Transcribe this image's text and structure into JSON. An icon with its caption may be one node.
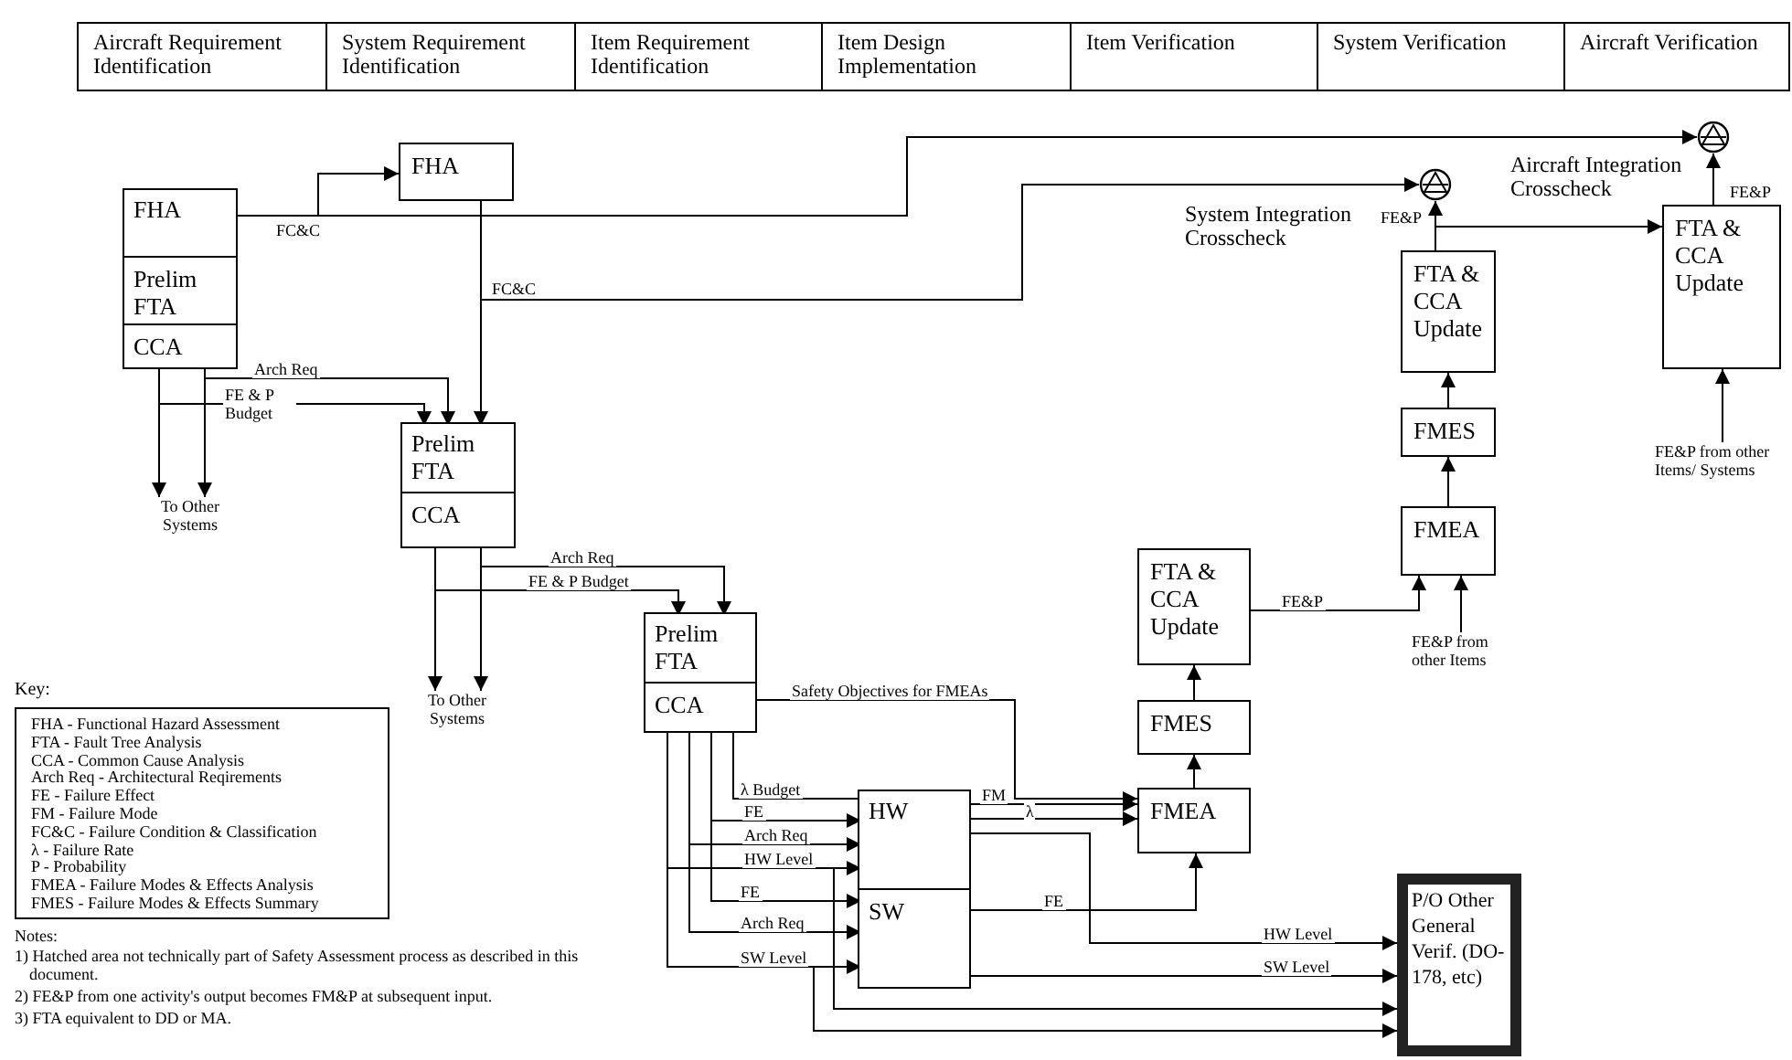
{
  "diagram": {
    "nodes": [
      {
        "text": [
          "Aircraft Requirement Identification"
        ]
      },
      {
        "text": [
          "System Requirement Identification"
        ]
      },
      {
        "text": [
          "Item Requirement Identification"
        ]
      },
      {
        "text": [
          "Item Design Implementation"
        ]
      },
      {
        "text": [
          "Item Verification"
        ]
      },
      {
        "text": [
          "System Verification"
        ]
      },
      {
        "text": [
          "Aircraft Verification"
        ]
      },
      {
        "text": [],
        "shape": "box"
      },
      {
        "text": [
          "FHA"
        ],
        "in": 7
      },
      {
        "text": [
          "Prelim FTA"
        ],
        "in": 7
      },
      {
        "text": [
          "CCA"
        ],
        "in": 7
      },
      {
        "text": [
          "FHA"
        ]
      },
      {
        "text": [],
        "shape": "box"
      },
      {
        "text": [
          "Prelim FTA"
        ],
        "in": 12
      },
      {
        "text": [
          "CCA"
        ],
        "in": 12
      },
      {
        "text": [
          "To Other Systems"
        ]
      },
      {
        "text": [],
        "shape": "box"
      },
      {
        "text": [
          "Prelim FTA"
        ],
        "in": 16
      },
      {
        "text": [
          "CCA"
        ],
        "in": 16
      },
      {
        "text": [
          "To Other Systems"
        ]
      },
      {
        "text": [],
        "shape": "box"
      },
      {
        "text": [
          "HW"
        ],
        "in": 20
      },
      {
        "text": [
          "SW"
        ],
        "in": 20
      },
      {
        "text": [
          "FMEA"
        ]
      },
      {
        "text": [
          "FMES"
        ]
      },
      {
        "text": [
          "FTA & CCA Update"
        ]
      },
      {
        "text": [
          "FE&P from other Items"
        ]
      },
      {
        "text": [
          "FMEA"
        ]
      },
      {
        "text": [
          "FMES"
        ]
      },
      {
        "text": [
          "FTA & CCA Update"
        ]
      },
      {
        "text": [],
        "shape": "circle",
        "beside": [
          "System Integration Crosscheck"
        ]
      },
      {
        "text": [],
        "shape": "circle",
        "beside": [
          "Aircraft Integration Crosscheck"
        ]
      },
      {
        "text": [
          "FTA & CCA Update"
        ]
      },
      {
        "text": [
          "FE&P from other Items/ Systems"
        ]
      },
      {
        "text": [
          "P/O Other General Verif. (DO-178, etc)"
        ]
      }
    ],
    "edges": [
      {
        "from": 8,
        "to": 11,
        "arrow": "to",
        "label": "FC&C"
      },
      {
        "from": 8,
        "to": 31,
        "arrow": "to"
      },
      {
        "from": 11,
        "to": 13,
        "arrow": "to"
      },
      {
        "from": 11,
        "to": 30,
        "arrow": "to",
        "label": "FC&C"
      },
      {
        "from": 10,
        "to": 15,
        "arrow": "to"
      },
      {
        "from": 10,
        "to": 15,
        "arrow": "to"
      },
      {
        "from": 10,
        "to": 13,
        "arrow": "to",
        "label": "Arch Req"
      },
      {
        "from": 10,
        "to": 13,
        "arrow": "to",
        "label": "FE & P Budget"
      },
      {
        "from": 14,
        "to": 19,
        "arrow": "to"
      },
      {
        "from": 14,
        "to": 19,
        "arrow": "to"
      },
      {
        "from": 14,
        "to": 17,
        "arrow": "to",
        "label": "Arch Req"
      },
      {
        "from": 14,
        "to": 17,
        "arrow": "to",
        "label": "FE & P Budget"
      },
      {
        "from": 18,
        "to": 23,
        "arrow": "to",
        "label": "Safety Objectives for FMEAs"
      },
      {
        "from": 18,
        "to": 21,
        "arrow": "none",
        "label": "λ Budget"
      },
      {
        "from": 18,
        "to": 21,
        "arrow": "to",
        "label": "FE"
      },
      {
        "from": 18,
        "to": 21,
        "arrow": "to",
        "label": "Arch Req"
      },
      {
        "from": 18,
        "to": 21,
        "arrow": "to",
        "label": "HW Level"
      },
      {
        "from": 18,
        "to": 22,
        "arrow": "to",
        "label": "FE"
      },
      {
        "from": 18,
        "to": 22,
        "arrow": "to",
        "label": "Arch Req"
      },
      {
        "from": 18,
        "to": 22,
        "arrow": "to",
        "label": "SW Level"
      },
      {
        "from": 18,
        "to": 34,
        "arrow": "to"
      },
      {
        "from": 18,
        "to": 34,
        "arrow": "to"
      },
      {
        "from": 21,
        "to": 23,
        "arrow": "to",
        "label": "FM"
      },
      {
        "from": 21,
        "to": 23,
        "arrow": "to",
        "label": "λ"
      },
      {
        "from": 21,
        "to": 34,
        "arrow": "to",
        "label": "HW Level"
      },
      {
        "from": 22,
        "to": 23,
        "arrow": "to",
        "label": "FE"
      },
      {
        "from": 22,
        "to": 34,
        "arrow": "to",
        "label": "SW Level"
      },
      {
        "from": 23,
        "to": 24,
        "arrow": "to"
      },
      {
        "from": 24,
        "to": 25,
        "arrow": "to"
      },
      {
        "from": 25,
        "to": 27,
        "arrow": "to",
        "label": "FE&P"
      },
      {
        "from": 26,
        "to": 27,
        "arrow": "to"
      },
      {
        "from": 27,
        "to": 28,
        "arrow": "to"
      },
      {
        "from": 28,
        "to": 29,
        "arrow": "to"
      },
      {
        "from": 29,
        "to": 30,
        "arrow": "to",
        "label": "FE&P"
      },
      {
        "from": 29,
        "to": 32,
        "arrow": "to"
      },
      {
        "from": 33,
        "to": 32,
        "arrow": "to"
      },
      {
        "from": 32,
        "to": 31,
        "arrow": "to",
        "label": "FE&P"
      }
    ],
    "labels": [
      "Key:",
      "FHA - Functional Hazard Assessment",
      "FTA - Fault Tree Analysis",
      "CCA - Common Cause Analysis",
      "Arch Req - Architectural Reqirements",
      "FE - Failure Effect",
      "FM - Failure Mode",
      "FC&C - Failure Condition & Classification",
      "λ - Failure Rate",
      "P - Probability",
      "FMEA - Failure Modes & Effects Analysis",
      "FMES - Failure Modes & Effects Summary",
      "Notes:",
      "1) Hatched area not technically part of Safety Assessment process as described in this document.",
      "2) FE&P from one activity's output becomes FM&P at subsequent input.",
      "3) FTA equivalent to DD or MA."
    ]
  }
}
